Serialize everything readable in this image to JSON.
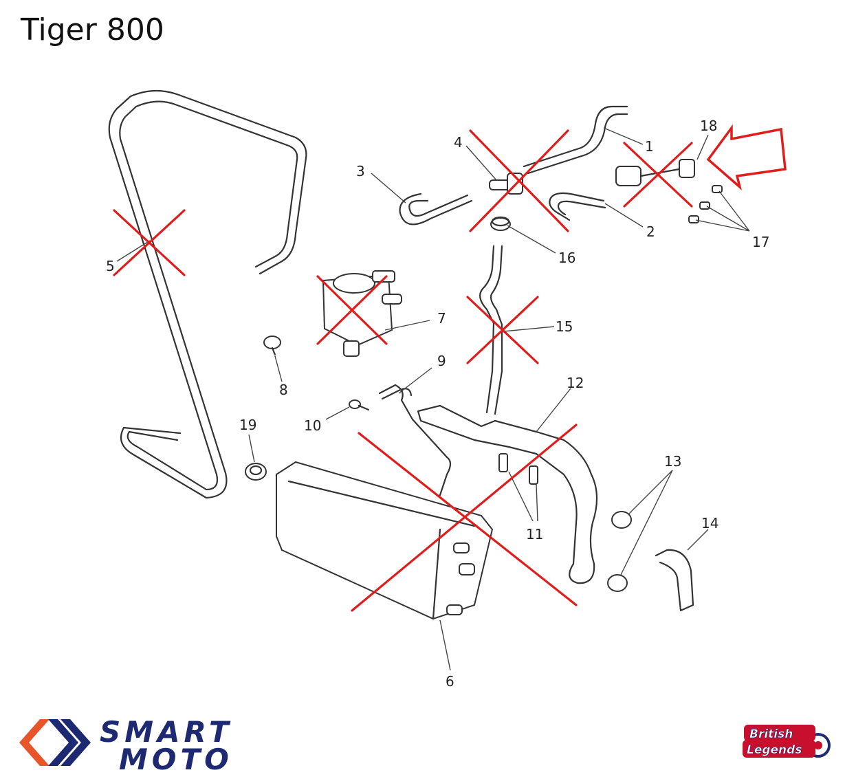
{
  "title": "Tiger 800",
  "callouts": [
    {
      "id": "1",
      "text": "1"
    },
    {
      "id": "2",
      "text": "2"
    },
    {
      "id": "3",
      "text": "3"
    },
    {
      "id": "4",
      "text": "4"
    },
    {
      "id": "5",
      "text": "5"
    },
    {
      "id": "6",
      "text": "6"
    },
    {
      "id": "7",
      "text": "7"
    },
    {
      "id": "8",
      "text": "8"
    },
    {
      "id": "9",
      "text": "9"
    },
    {
      "id": "10",
      "text": "10"
    },
    {
      "id": "11",
      "text": "11"
    },
    {
      "id": "12",
      "text": "12"
    },
    {
      "id": "13",
      "text": "13"
    },
    {
      "id": "14",
      "text": "14"
    },
    {
      "id": "15",
      "text": "15"
    },
    {
      "id": "16",
      "text": "16"
    },
    {
      "id": "17",
      "text": "17"
    },
    {
      "id": "18",
      "text": "18"
    },
    {
      "id": "19",
      "text": "19"
    }
  ],
  "crossed_out_parts": [
    "1",
    "2",
    "4",
    "5",
    "6",
    "7",
    "12",
    "15",
    "18"
  ],
  "highlighted_part": "18",
  "logos": {
    "smartmoto_line1": "SMART",
    "smartmoto_line2": "MOTO",
    "british_legends_line1": "British",
    "british_legends_line2": "Legends"
  },
  "colors": {
    "mark_red": "#e21b1b",
    "brand_navy": "#1d2a72",
    "brand_orange": "#e8552a"
  }
}
